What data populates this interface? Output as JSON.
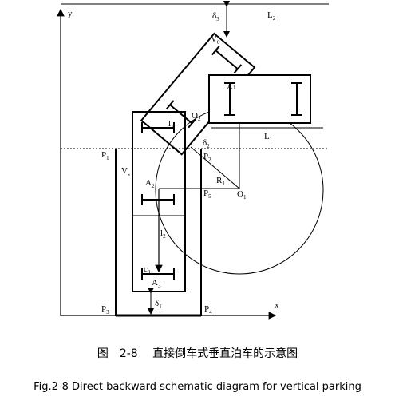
{
  "axes": {
    "y": "y",
    "x": "x"
  },
  "labels": {
    "delta3": "δ",
    "delta3_sub": "3",
    "L2": "L",
    "L2_sub": "2",
    "V0": "V",
    "V0_sub": "0",
    "A1": "A",
    "A1_sub": "1",
    "O2": "O",
    "O2_sub": "2",
    "l1": "l",
    "l1_sub": "1",
    "delta2": "δ",
    "delta2_sub": "2",
    "L1": "L",
    "L1_sub": "1",
    "P1": "P",
    "P1_sub": "1",
    "P2": "P",
    "P2_sub": "2",
    "Vs": "V",
    "Vs_sub": "s",
    "A2": "A",
    "A2_sub": "2",
    "R1": "R",
    "R1_sub": "1",
    "O1": "O",
    "O1_sub": "1",
    "P5": "P",
    "P5_sub": "5",
    "l2": "l",
    "l2_sub": "2",
    "c0": "c",
    "c0_sub": "0",
    "A3": "A",
    "A3_sub": "3",
    "delta1": "δ",
    "delta1_sub": "1",
    "P3": "P",
    "P3_sub": "3",
    "P4": "P",
    "P4_sub": "4"
  },
  "caption": {
    "chinese": "图　2-8　 直接倒车式垂直泊车的示意图",
    "english": "Fig.2-8 Direct backward schematic diagram for vertical parking"
  }
}
